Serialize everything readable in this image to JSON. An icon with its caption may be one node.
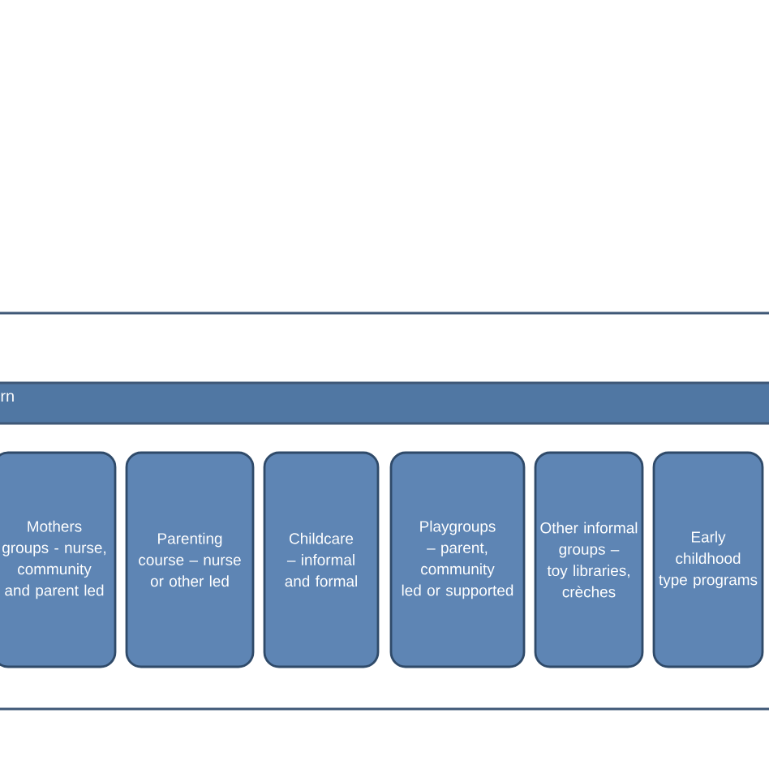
{
  "diagram": {
    "nodes": [
      {
        "text": [
          "rn"
        ]
      },
      {
        "text": [
          "Mothers groups - nurse, community and parent led"
        ],
        "in": 0
      },
      {
        "text": [
          "Parenting course – nurse or other led"
        ],
        "in": 0
      },
      {
        "text": [
          "Childcare – informal and formal"
        ],
        "in": 0
      },
      {
        "text": [
          "Playgroups – parent, community led or supported"
        ],
        "in": 0
      },
      {
        "text": [
          "Other informal groups – toy libraries, crèches"
        ],
        "in": 0
      },
      {
        "text": [
          "Early childhood type programs"
        ],
        "in": 0
      }
    ]
  }
}
